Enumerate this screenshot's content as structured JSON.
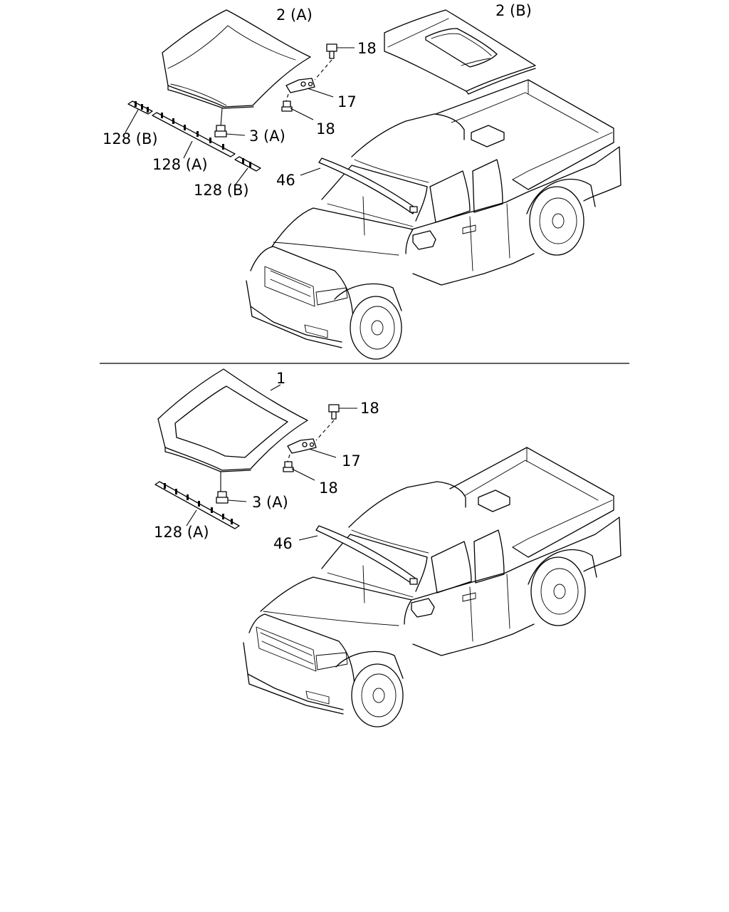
{
  "labels": {
    "top": {
      "hood_a": "2 (A)",
      "hood_b": "2 (B)",
      "bolt_upper": "18",
      "hinge": "17",
      "bolt_lower": "18",
      "stopper": "3 (A)",
      "seal_b_left": "128 (B)",
      "seal_a": "128 (A)",
      "seal_b_right": "128 (B)",
      "molding": "46"
    },
    "bottom": {
      "hood": "1",
      "bolt_upper": "18",
      "hinge": "17",
      "bolt_lower": "18",
      "stopper": "3 (A)",
      "seal_a": "128 (A)",
      "molding": "46"
    }
  }
}
